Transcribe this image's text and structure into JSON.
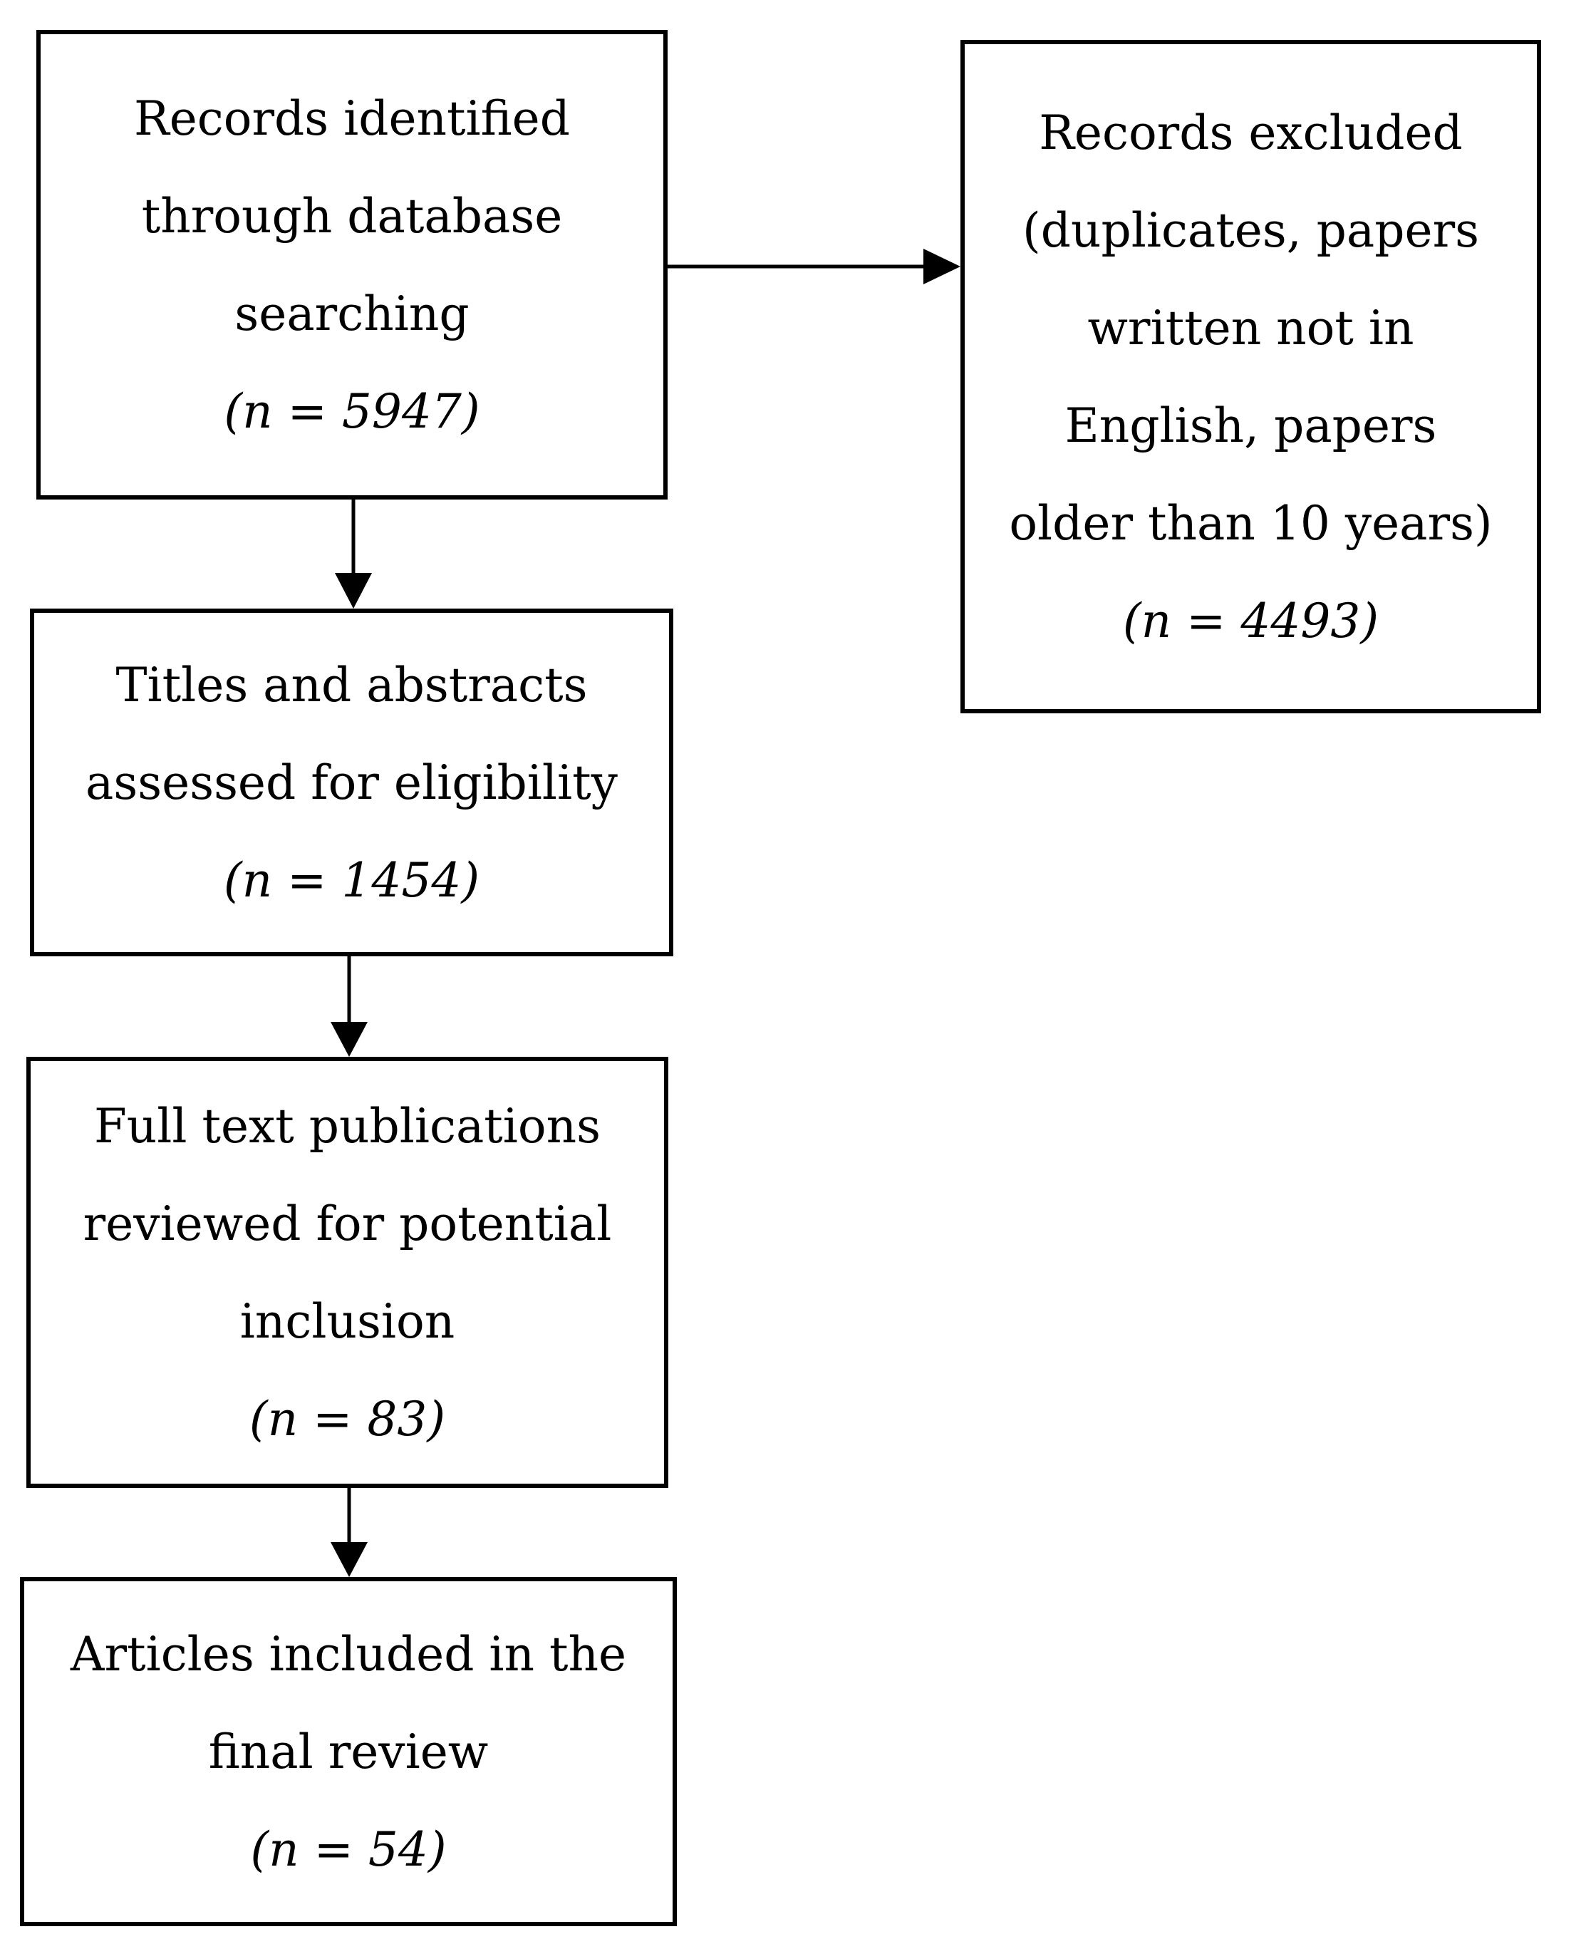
{
  "nodes": {
    "identified": {
      "lines": [
        "Records identified",
        "through database",
        "searching"
      ],
      "count": "(n = 5947)"
    },
    "excluded": {
      "lines": [
        "Records excluded",
        "(duplicates, papers",
        "written not in",
        "English, papers",
        "older than 10 years)"
      ],
      "count": "(n = 4493)"
    },
    "screened": {
      "lines": [
        "Titles and abstracts",
        "assessed for eligibility"
      ],
      "count": "(n = 1454)"
    },
    "fulltext": {
      "lines": [
        "Full text publications",
        "reviewed for potential",
        "inclusion"
      ],
      "count": "(n = 83)"
    },
    "included": {
      "lines": [
        "Articles included in the",
        "final review"
      ],
      "count": "(n = 54)"
    }
  },
  "edges": [
    {
      "from": "identified",
      "to": "excluded"
    },
    {
      "from": "identified",
      "to": "screened"
    },
    {
      "from": "screened",
      "to": "fulltext"
    },
    {
      "from": "fulltext",
      "to": "included"
    }
  ],
  "colors": {
    "stroke": "#000000",
    "background": "#ffffff"
  }
}
